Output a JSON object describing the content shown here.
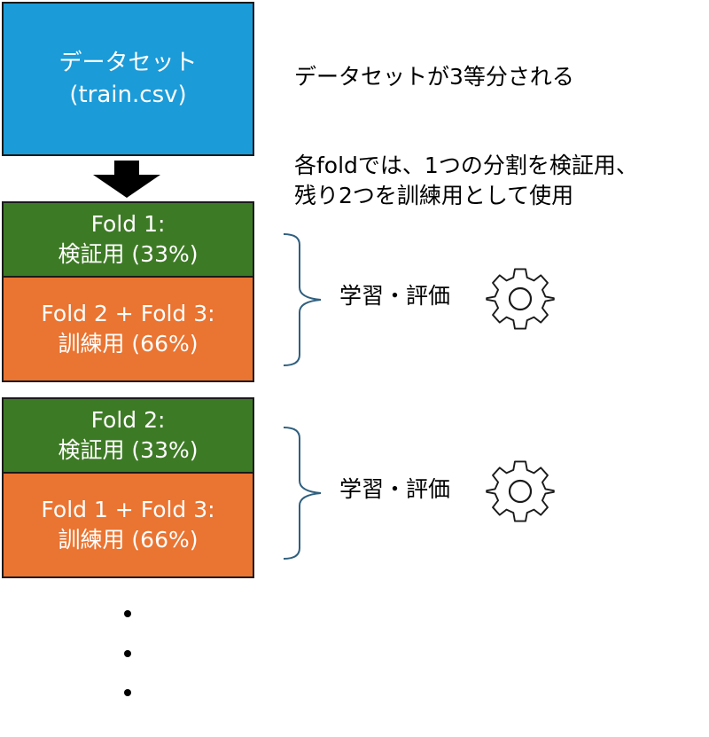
{
  "colors": {
    "dataset_fill": "#1b9bd8",
    "validation_fill": "#3d7a25",
    "training_fill": "#ea7431",
    "bracket_stroke": "#2f5f7f",
    "arrow_fill": "#000000"
  },
  "dataset": {
    "line1": "データセット",
    "line2": "(train.csv)"
  },
  "notes": {
    "split": "データセットが3等分される",
    "explain_line1": "各foldでは、1つの分割を検証用、",
    "explain_line2": "残り2つを訓練用として使用"
  },
  "iterations": [
    {
      "validation": {
        "line1": "Fold 1:",
        "line2": "検証用 (33%)"
      },
      "training": {
        "line1": "Fold 2 + Fold 3:",
        "line2": "訓練用 (66%)"
      },
      "label": "学習・評価",
      "icon": "gear-icon"
    },
    {
      "validation": {
        "line1": "Fold 2:",
        "line2": "検証用 (33%)"
      },
      "training": {
        "line1": "Fold 1 + Fold 3:",
        "line2": "訓練用 (66%)"
      },
      "label": "学習・評価",
      "icon": "gear-icon"
    }
  ],
  "ellipsis_icon": "vertical-ellipsis"
}
